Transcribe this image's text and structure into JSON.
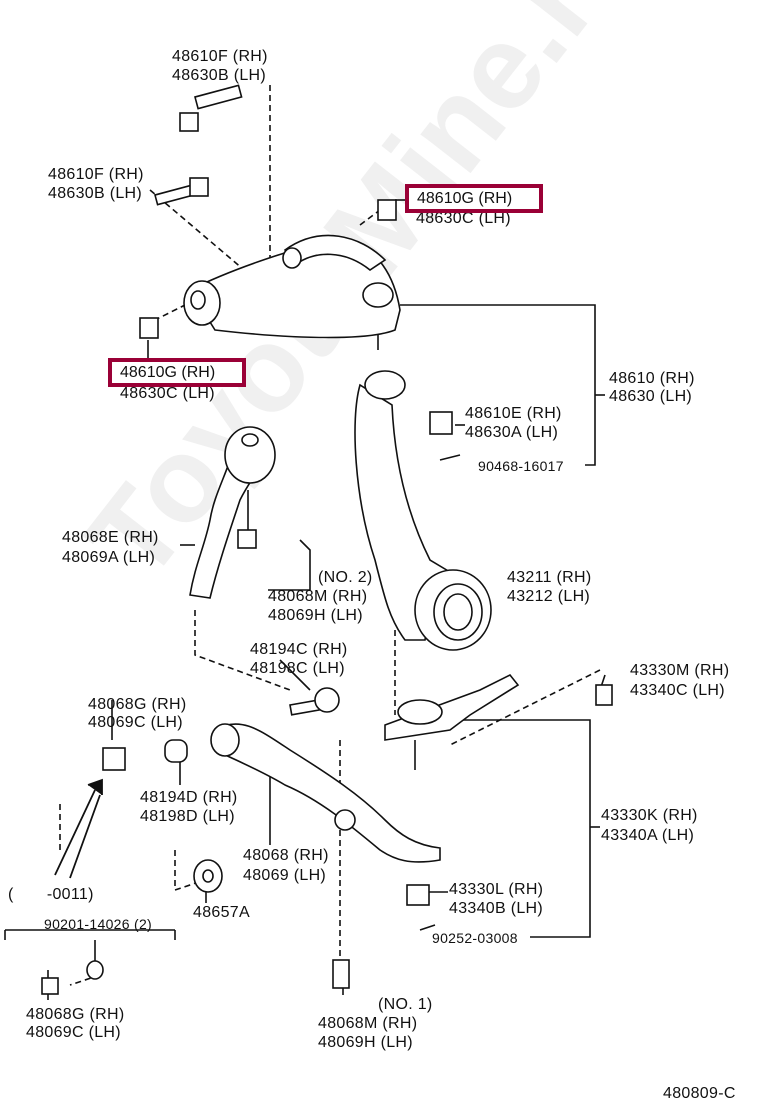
{
  "watermark": "ToyotaMine.ru",
  "highlight_color": "#9a0036",
  "labels": {
    "bolt_top": [
      "48610F (RH)",
      "48630B (LH)"
    ],
    "bolt_left": [
      "48610F (RH)",
      "48630B (LH)"
    ],
    "bushing_right": {
      "highlighted": "48610G (RH)",
      "lh": "48630C (LH)"
    },
    "bushing_left": {
      "highlighted": "48610G (RH)",
      "lh": "48630C (LH)"
    },
    "upper_arm": [
      "48610 (RH)",
      "48630 (LH)"
    ],
    "nut_upper": [
      "48610E (RH)",
      "48630A (LH)"
    ],
    "pin_upper": "90468-16017",
    "strut_arm": [
      "48068E (RH)",
      "48069A (LH)"
    ],
    "bolt_no2": [
      "(NO. 2)",
      "48068M (RH)",
      "48069H (LH)"
    ],
    "knuckle": [
      "43211 (RH)",
      "43212 (LH)"
    ],
    "bolt_cam": [
      "48194C (RH)",
      "48198C (LH)"
    ],
    "bolt_ball": [
      "43330M (RH)",
      "43340C (LH)"
    ],
    "nut_cam_upper": [
      "48068G (RH)",
      "48069C (LH)"
    ],
    "cam_plate": [
      "48194D (RH)",
      "48198D (LH)"
    ],
    "ball_joint": [
      "43330K (RH)",
      "43340A (LH)"
    ],
    "lower_arm": [
      "48068 (RH)",
      "48069 (LH)"
    ],
    "date_range": "(       -0011)",
    "nut_ball": [
      "43330L (RH)",
      "43340B (LH)"
    ],
    "bushing_lower": "48657A",
    "washer": "90201-14026 (2)",
    "pin_lower": "90252-03008",
    "nut_cam_lower": [
      "48068G (RH)",
      "48069C (LH)"
    ],
    "bolt_no1": [
      "(NO. 1)",
      "48068M (RH)",
      "48069H (LH)"
    ],
    "diagram_code": "480809-C"
  }
}
